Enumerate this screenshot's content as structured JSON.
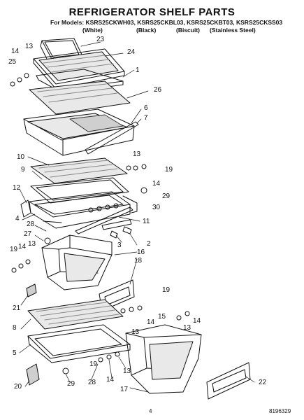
{
  "title": "REFRIGERATOR SHELF PARTS",
  "models_prefix": "For Models:",
  "models": [
    {
      "model": "KSRS25CKWH03",
      "finish": "(White)"
    },
    {
      "model": "KSRS25CKBL03",
      "finish": "(Black)"
    },
    {
      "model": "KSRS25CKBT03",
      "finish": "(Biscuit)"
    },
    {
      "model": "KSRS25CKSS03",
      "finish": "(Stainless Steel)"
    }
  ],
  "callouts": {
    "c23": "23",
    "c24": "24",
    "c1": "1",
    "c14a": "14",
    "c13a": "13",
    "c25": "25",
    "c26": "26",
    "c6": "6",
    "c7": "7",
    "c10": "10",
    "c9": "9",
    "c13b": "13",
    "c19a": "19",
    "c14b": "14",
    "c29a": "29",
    "c30": "30",
    "c12": "12",
    "c4": "4",
    "c11": "11",
    "c28a": "28",
    "c27": "27",
    "c3": "3",
    "c2": "2",
    "c16": "16",
    "c18": "18",
    "c19b": "19",
    "c14c": "14",
    "c13c": "13",
    "c21": "21",
    "c19c": "19",
    "c15": "15",
    "c14d": "14",
    "c13d": "13",
    "c14e": "14",
    "c8": "8",
    "c5": "5",
    "c13e": "13",
    "c13f": "13",
    "c20": "20",
    "c29b": "29",
    "c28b": "28",
    "c19d": "19",
    "c14f": "14",
    "c17": "17",
    "c22": "22"
  },
  "page_number": "4",
  "document_number": "8196329",
  "colors": {
    "ink": "#111111",
    "paper": "#ffffff",
    "glass": "#e9e9e9"
  }
}
